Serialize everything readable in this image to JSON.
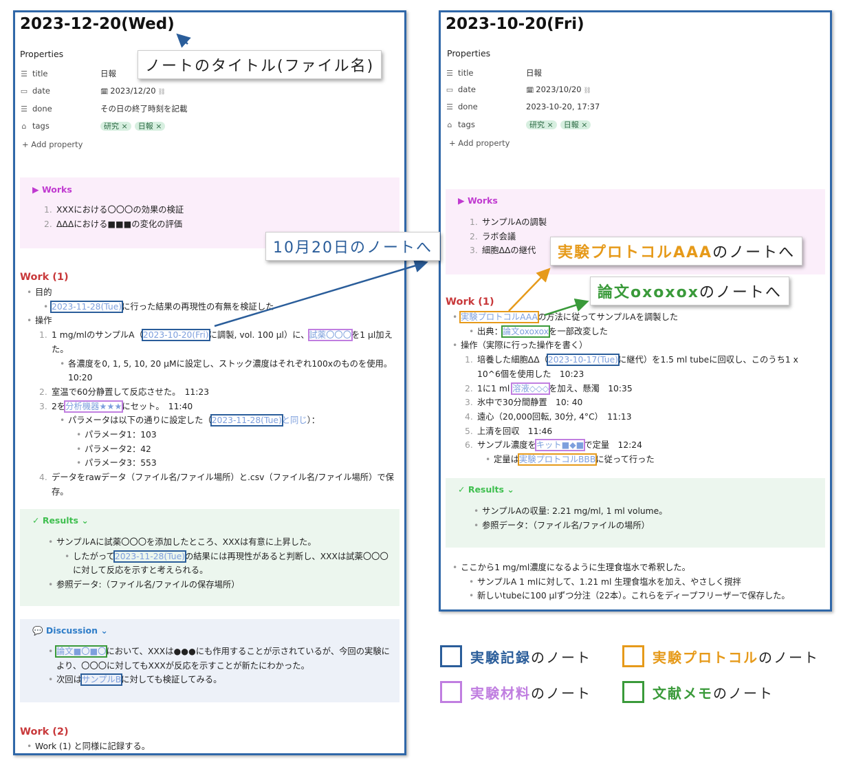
{
  "colors": {
    "record": "#2a5d9a",
    "protocol": "#e69a1a",
    "material": "#c07ee0",
    "literature": "#3a9a3a",
    "link": "#7d9fdd",
    "work_heading": "#c8383a",
    "works_heading": "#c03ad0",
    "results_heading": "#3fbf4f",
    "discussion_heading": "#2f7dc8"
  },
  "left": {
    "title": "2023-12-20(Wed)",
    "properties_label": "Properties",
    "properties": [
      {
        "icon": "text-lines-icon",
        "key": "title",
        "value": "日報"
      },
      {
        "icon": "calendar-icon",
        "key": "date",
        "value": "2023/12/20"
      },
      {
        "icon": "text-lines-icon",
        "key": "done",
        "value": "その日の終了時刻を記載"
      },
      {
        "icon": "tag-icon",
        "key": "tags",
        "tags": [
          "研究",
          "日報"
        ]
      }
    ],
    "add_property": "+ Add property",
    "works_heading": "▶ Works",
    "works": [
      {
        "m": "1.",
        "i": 1,
        "s": [
          {
            "t": "XXXにおける〇〇〇の効果の検証"
          }
        ]
      },
      {
        "m": "2.",
        "i": 1,
        "s": [
          {
            "t": "ΔΔΔにおける■■■の変化の評価"
          }
        ]
      }
    ],
    "work1_heading": "Work (1)",
    "work1": [
      {
        "m": "•",
        "i": 0,
        "s": [
          {
            "t": "目的"
          }
        ]
      },
      {
        "m": "•",
        "i": 1,
        "s": [
          {
            "t": "2023-11-28(Tue)",
            "l": 1,
            "b": "record"
          },
          {
            "t": "に行った結果の再現性の有無を検証した"
          }
        ]
      },
      {
        "m": "•",
        "i": 0,
        "s": [
          {
            "t": "操作"
          }
        ]
      },
      {
        "m": "1.",
        "i": 1,
        "s": [
          {
            "t": "1 mg/mlのサンプルA（"
          },
          {
            "t": "2023-10-20(Fri)",
            "l": 1,
            "b": "record"
          },
          {
            "t": "に調製, vol. 100 µl）に、"
          },
          {
            "t": "試薬〇〇〇",
            "l": 1,
            "b": "material"
          },
          {
            "t": "を1 µl加えた。"
          }
        ]
      },
      {
        "m": "•",
        "i": 2,
        "s": [
          {
            "t": "各濃度を0, 1, 5, 10, 20 µMに設定し、ストック濃度はそれぞれ100xのものを使用。 10:20"
          }
        ]
      },
      {
        "m": "2.",
        "i": 1,
        "s": [
          {
            "t": "室温で60分静置して反応させた。　11:23"
          }
        ]
      },
      {
        "m": "3.",
        "i": 1,
        "s": [
          {
            "t": "2を"
          },
          {
            "t": "分析機器★★★",
            "l": 1,
            "b": "material"
          },
          {
            "t": "にセット。　11:40"
          }
        ]
      },
      {
        "m": "•",
        "i": 2,
        "s": [
          {
            "t": "パラメータは以下の通りに設定した（"
          },
          {
            "t": "2023-11-28(Tue)",
            "l": 1,
            "b": "record"
          },
          {
            "t": "と同じ",
            "l": 1
          },
          {
            "t": "）："
          }
        ]
      },
      {
        "m": "•",
        "i": 3,
        "s": [
          {
            "t": "パラメータ1：103"
          }
        ]
      },
      {
        "m": "•",
        "i": 3,
        "s": [
          {
            "t": "パラメータ2：42"
          }
        ]
      },
      {
        "m": "•",
        "i": 3,
        "s": [
          {
            "t": "パラメータ3：553"
          }
        ]
      },
      {
        "m": "4.",
        "i": 1,
        "s": [
          {
            "t": "データをrawデータ（ファイル名/ファイル場所）と.csv（ファイル名/ファイル場所）で保存。"
          }
        ]
      }
    ],
    "results_heading": "✓ Results ⌄",
    "results": [
      {
        "m": "•",
        "i": 1,
        "s": [
          {
            "t": "サンプルAに試薬〇〇〇を添加したところ、XXXは有意に上昇した。"
          }
        ]
      },
      {
        "m": "•",
        "i": 2,
        "s": [
          {
            "t": "したがって"
          },
          {
            "t": "2023-11-28(Tue)",
            "l": 1,
            "b": "record"
          },
          {
            "t": "の結果には再現性があると判断し、XXXは試薬〇〇〇に対して反応を示すと考えられる。"
          }
        ]
      },
      {
        "m": "•",
        "i": 1,
        "s": [
          {
            "t": "参照データ:（ファイル名/ファイルの保存場所）"
          }
        ]
      }
    ],
    "discussion_heading": "💬 Discussion ⌄",
    "discussion": [
      {
        "m": "•",
        "i": 1,
        "s": [
          {
            "t": "論文■〇■〇",
            "l": 1,
            "b": "literature"
          },
          {
            "t": "において、XXXは●●●にも作用することが示されているが、今回の実験により、〇〇〇に対してもXXXが反応を示すことが新たにわかった。"
          }
        ]
      },
      {
        "m": "•",
        "i": 1,
        "s": [
          {
            "t": "次回は"
          },
          {
            "t": "サンプルB",
            "l": 1,
            "b": "record"
          },
          {
            "t": "に対しても検証してみる。"
          }
        ]
      }
    ],
    "work2_heading": "Work (2)",
    "work2": [
      {
        "m": "•",
        "i": 0,
        "s": [
          {
            "t": "Work (1) と同様に記録する。"
          }
        ]
      }
    ]
  },
  "right": {
    "title": "2023-10-20(Fri)",
    "properties_label": "Properties",
    "properties": [
      {
        "icon": "text-lines-icon",
        "key": "title",
        "value": "日報"
      },
      {
        "icon": "calendar-icon",
        "key": "date",
        "value": "2023/10/20"
      },
      {
        "icon": "text-lines-icon",
        "key": "done",
        "value": "2023-10-20, 17:37"
      },
      {
        "icon": "tag-icon",
        "key": "tags",
        "tags": [
          "研究",
          "日報"
        ]
      }
    ],
    "add_property": "+ Add property",
    "works_heading": "▶ Works",
    "works": [
      {
        "m": "1.",
        "i": 1,
        "s": [
          {
            "t": "サンプルAの調製"
          }
        ]
      },
      {
        "m": "2.",
        "i": 1,
        "s": [
          {
            "t": "ラボ会議"
          }
        ]
      },
      {
        "m": "3.",
        "i": 1,
        "s": [
          {
            "t": "細胞ΔΔの継代"
          }
        ]
      }
    ],
    "work1_heading": "Work (1)",
    "work1": [
      {
        "m": "•",
        "i": 0,
        "s": [
          {
            "t": "実験プロトコルAAA",
            "l": 1,
            "b": "protocol"
          },
          {
            "t": "の方法に従ってサンプルAを調製した"
          }
        ]
      },
      {
        "m": "•",
        "i": 1,
        "s": [
          {
            "t": "出典："
          },
          {
            "t": "論文oxoxox",
            "l": 1,
            "b": "literature"
          },
          {
            "t": "を一部改変した"
          }
        ]
      },
      {
        "m": "•",
        "i": 0,
        "s": [
          {
            "t": "操作（実際に行った操作を書く）"
          }
        ]
      },
      {
        "m": "1.",
        "i": 1,
        "s": [
          {
            "t": "培養した細胞ΔΔ（"
          },
          {
            "t": "2023-10-17(Tue)",
            "l": 1,
            "b": "record"
          },
          {
            "t": "に継代）を1.5 ml tubeに回収し、このうち1 x 10^6個を使用した　10:23"
          }
        ]
      },
      {
        "m": "2.",
        "i": 1,
        "s": [
          {
            "t": "1に1 ml "
          },
          {
            "t": "溶液◇◇◇",
            "l": 1,
            "b": "material"
          },
          {
            "t": "を加え、懸濁　10:35"
          }
        ]
      },
      {
        "m": "3.",
        "i": 1,
        "s": [
          {
            "t": "氷中で30分間静置　10: 40"
          }
        ]
      },
      {
        "m": "4.",
        "i": 1,
        "s": [
          {
            "t": "遠心（20,000回転, 30分, 4°C）　11:13"
          }
        ]
      },
      {
        "m": "5.",
        "i": 1,
        "s": [
          {
            "t": "上清を回収　11:46"
          }
        ]
      },
      {
        "m": "6.",
        "i": 1,
        "s": [
          {
            "t": "サンプル濃度を"
          },
          {
            "t": "キット■◆■",
            "l": 1,
            "b": "material"
          },
          {
            "t": "で定量　12:24"
          }
        ]
      },
      {
        "m": "•",
        "i": 2,
        "s": [
          {
            "t": "定量は"
          },
          {
            "t": "実験プロトコルBBB",
            "l": 1,
            "b": "protocol"
          },
          {
            "t": "に従って行った"
          }
        ]
      }
    ],
    "results_heading": "✓ Results ⌄",
    "results": [
      {
        "m": "•",
        "i": 1,
        "s": [
          {
            "t": "サンプルAの収量: 2.21 mg/ml, 1 ml volume。"
          }
        ]
      },
      {
        "m": "•",
        "i": 1,
        "s": [
          {
            "t": "参照データ：（ファイル名/ファイルの場所）"
          }
        ]
      }
    ],
    "after": [
      {
        "m": "•",
        "i": 0,
        "s": [
          {
            "t": "ここから1 mg/ml濃度になるように生理食塩水で希釈した。"
          }
        ]
      },
      {
        "m": "•",
        "i": 1,
        "s": [
          {
            "t": "サンプルA 1 mlに対して、1.21 ml 生理食塩水を加え、やさしく撹拌"
          }
        ]
      },
      {
        "m": "•",
        "i": 1,
        "s": [
          {
            "t": "新しいtubeに100 µlずつ分注（22本）。これらをディープフリーザーで保存した。"
          }
        ]
      }
    ]
  },
  "callouts": {
    "title": "ノートのタイトル(ファイル名)",
    "oct20": "10月20日のノートへ",
    "protocol_hl": "実験プロトコルAAA",
    "protocol_rest": "のノートへ",
    "paper_hl": "論文oxoxox",
    "paper_rest": "のノートへ"
  },
  "legend": [
    {
      "key": "record",
      "hl": "実験記録",
      "rest": "のノート"
    },
    {
      "key": "protocol",
      "hl": "実験プロトコル",
      "rest": "のノート"
    },
    {
      "key": "material",
      "hl": "実験材料",
      "rest": "のノート"
    },
    {
      "key": "literature",
      "hl": "文献メモ",
      "rest": "のノート"
    }
  ]
}
